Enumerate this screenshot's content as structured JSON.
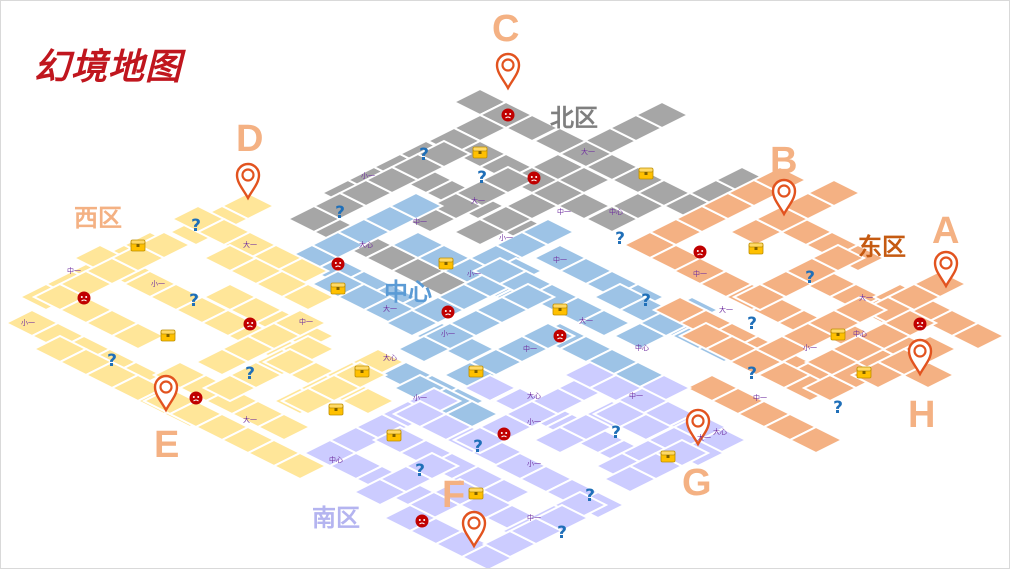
{
  "title": "幻境地图",
  "colors": {
    "title": "#c0161e",
    "north": "#a6a6a6",
    "center": "#9dc3e6",
    "east": "#f4b183",
    "west": "#ffe699",
    "south": "#ccccff",
    "marker": "#e2531f",
    "letter": "#f4b183",
    "question": "#1f6fb8",
    "chest": "#ffc000",
    "face": "#c00000",
    "tag_text": "#7030a0"
  },
  "regions": {
    "north": {
      "label": "北区",
      "color": "#7f7f7f"
    },
    "center": {
      "label": "中心",
      "color": "#5b9bd5"
    },
    "east": {
      "label": "东区",
      "color": "#c55a11"
    },
    "west": {
      "label": "西区",
      "color": "#f4b183"
    },
    "south": {
      "label": "南区",
      "color": "#b4b4f0"
    }
  },
  "markers": {
    "A": "A",
    "B": "B",
    "C": "C",
    "D": "D",
    "E": "E",
    "F": "F",
    "G": "G",
    "H": "H"
  },
  "tile_tags": [
    "小一",
    "中一",
    "大一",
    "小一",
    "中一",
    "大一",
    "中心",
    "大心"
  ],
  "icons": {
    "question": "?",
    "pin": "map-pin-icon",
    "chest": "treasure-chest-icon",
    "enemy": "angry-face-icon"
  }
}
